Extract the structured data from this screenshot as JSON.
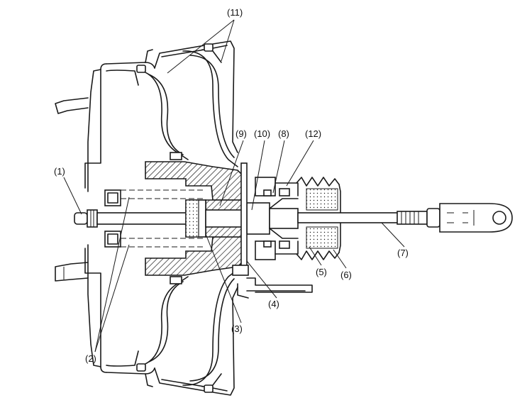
{
  "callouts": {
    "c1": "(1)",
    "c2": "(2)",
    "c3": "(3)",
    "c4": "(4)",
    "c5": "(5)",
    "c6": "(6)",
    "c7": "(7)",
    "c8": "(8)",
    "c9": "(9)",
    "c10": "(10)",
    "c11": "(11)",
    "c12": "(12)"
  },
  "colors": {
    "line": "#1a1a1a",
    "background": "#ffffff"
  }
}
